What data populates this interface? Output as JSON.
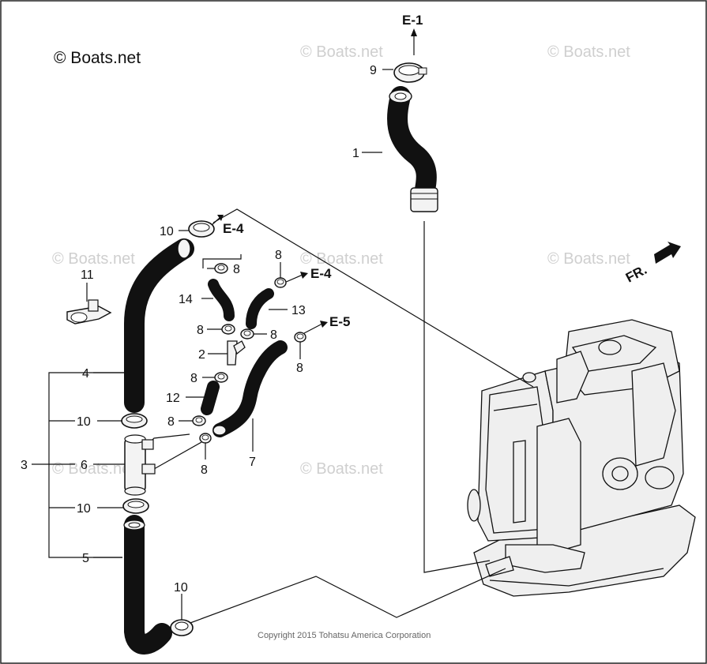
{
  "watermark": {
    "main": "© Boats.net",
    "faint": "© Boats.net"
  },
  "copyright": "Copyright 2015 Tohatsu America Corporation",
  "direction_label": "FR.",
  "refs": {
    "e1": "E-1",
    "e4_top": "E-4",
    "e4_mid": "E-4",
    "e5": "E-5"
  },
  "callouts": {
    "c1": "1",
    "c2": "2",
    "c3": "3",
    "c4": "4",
    "c5": "5",
    "c6": "6",
    "c7": "7",
    "c8a": "8",
    "c8b": "8",
    "c8c": "8",
    "c8d": "8",
    "c8e": "8",
    "c8f": "8",
    "c8g": "8",
    "c8h": "8",
    "c9": "9",
    "c10a": "10",
    "c10b": "10",
    "c10c": "10",
    "c10d": "10",
    "c11": "11",
    "c12": "12",
    "c13": "13",
    "c14": "14"
  }
}
